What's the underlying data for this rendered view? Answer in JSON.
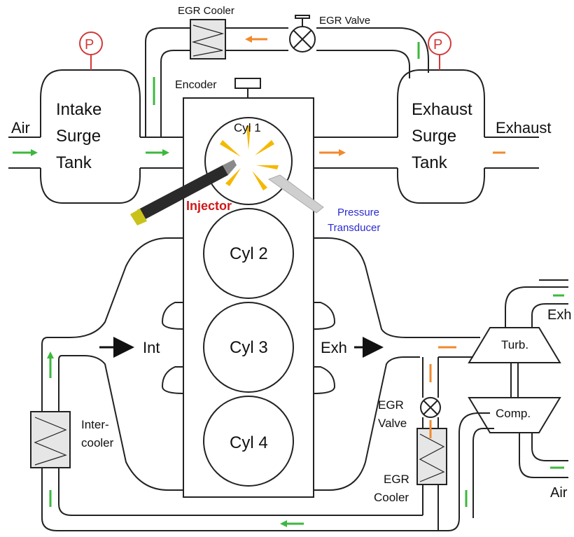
{
  "labels": {
    "air_in": "Air",
    "intake_tank": [
      "Intake",
      "Surge",
      "Tank"
    ],
    "egr_cooler_top": "EGR Cooler",
    "egr_valve_top": "EGR Valve",
    "encoder": "Encoder",
    "cyl1": "Cyl 1",
    "cyl2": "Cyl 2",
    "cyl3": "Cyl 3",
    "cyl4": "Cyl 4",
    "injector": "Injector",
    "pressure_transducer": [
      "Pressure",
      "Transducer"
    ],
    "exhaust_tank": [
      "Exhaust",
      "Surge",
      "Tank"
    ],
    "exhaust_out": "Exhaust",
    "int": "Int",
    "exh": "Exh",
    "intercooler": [
      "Inter-",
      "cooler"
    ],
    "egr_valve_bottom": [
      "EGR",
      "Valve"
    ],
    "egr_cooler_bottom": [
      "EGR",
      "Cooler"
    ],
    "turbine": "Turb.",
    "compressor": "Comp.",
    "exh_right": "Exh",
    "air_right": "Air",
    "pressure_gauge": "P"
  },
  "colors": {
    "line": "#222222",
    "gauge": "#d23a3a",
    "fresh_air": "#3db83d",
    "exhaust_flow": "#f08a2c",
    "injector_label": "#d01818",
    "transducer_label": "#2b2bd0",
    "flame": "#f5b800",
    "cooler_fill": "#e6e6e6"
  }
}
